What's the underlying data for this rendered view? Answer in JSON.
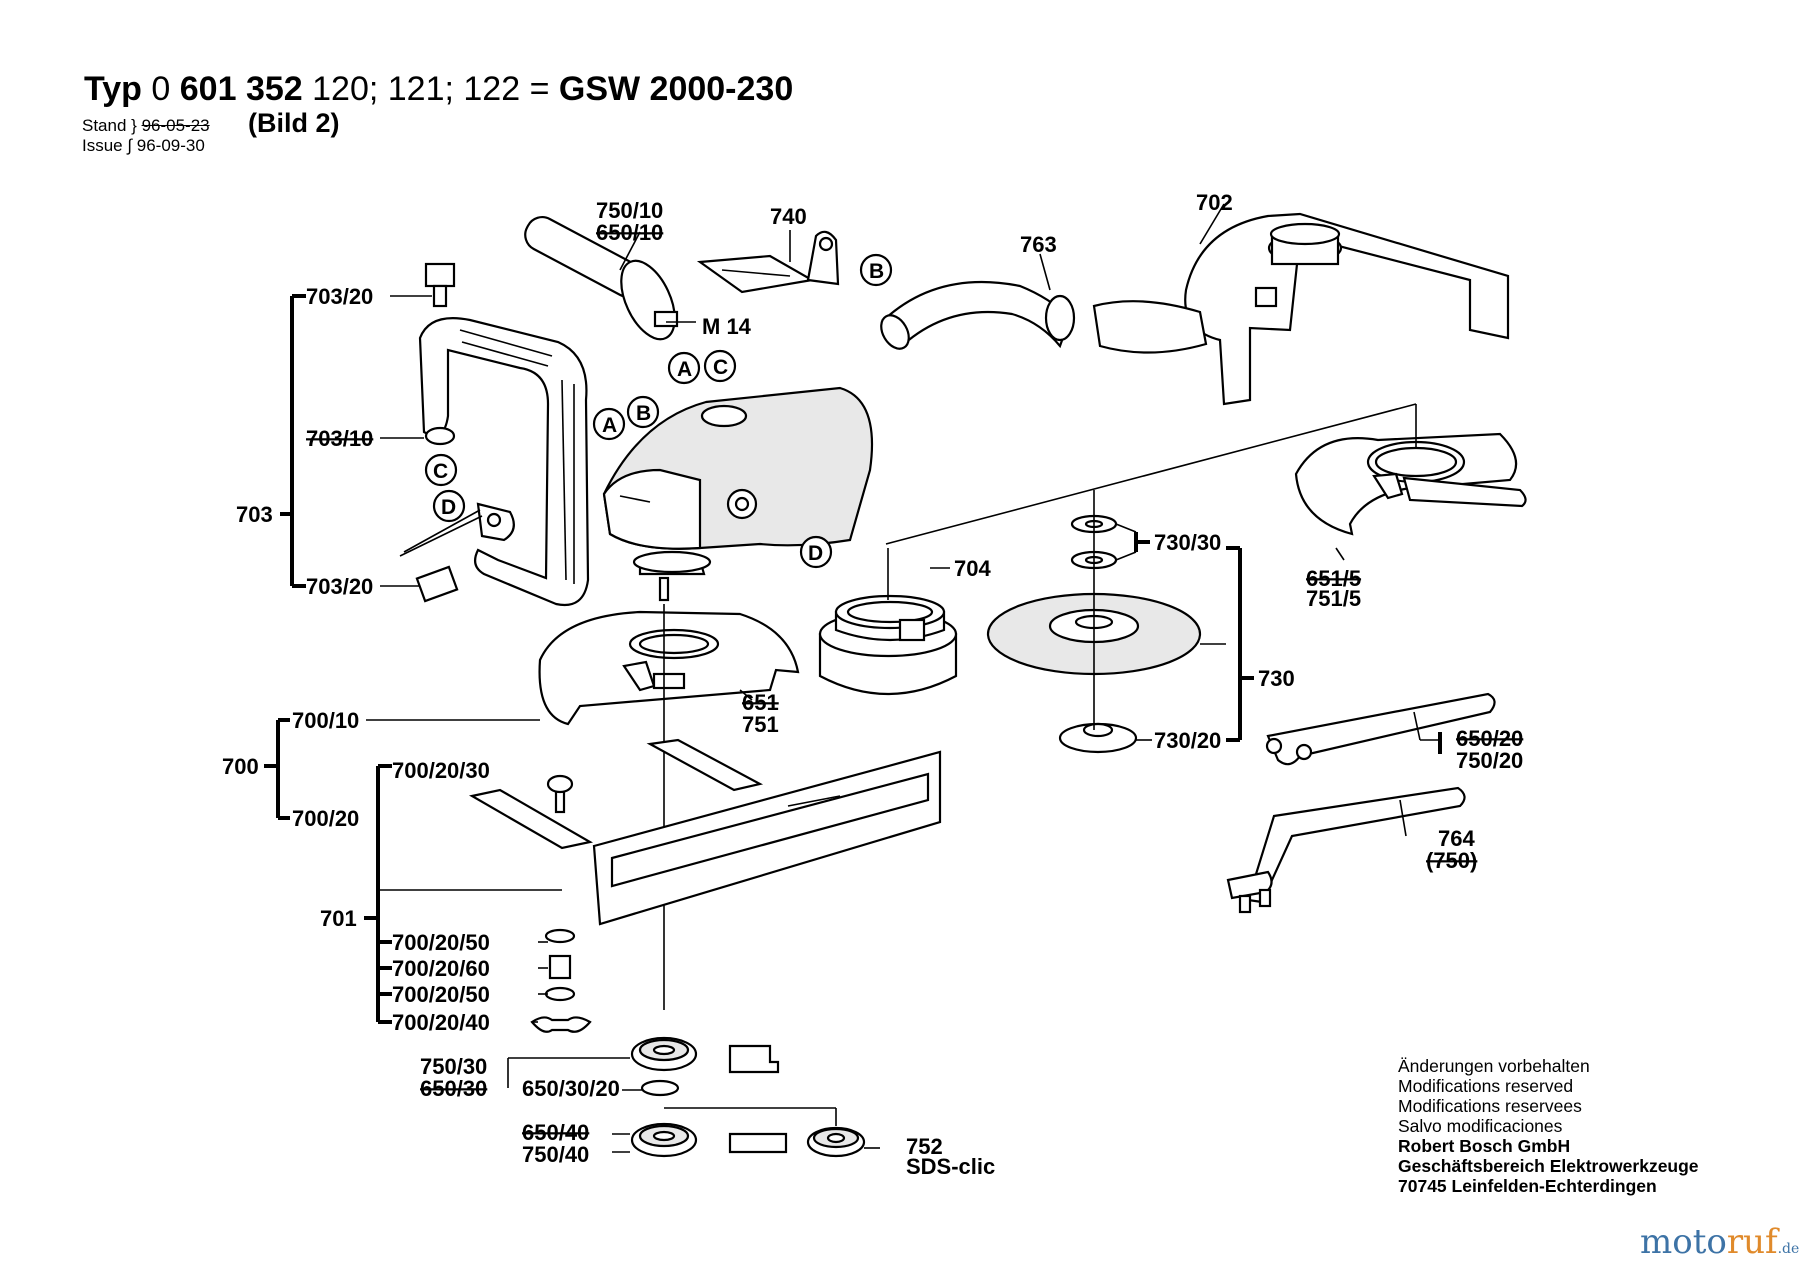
{
  "header": {
    "typ_prefix": "Typ",
    "typ_number_a": "0",
    "typ_number_b": "601",
    "typ_number_c": "352",
    "typ_variants": "120; 121; 122",
    "typ_equals": "=",
    "typ_model": "GSW 2000-230",
    "stand_label": "Stand",
    "issue_label": "Issue",
    "stand_date_old": "96-05-23",
    "issue_date": "96-09-30",
    "bild": "(Bild 2)"
  },
  "labels": {
    "l750_10": "750/10",
    "l650_10": "650/10",
    "l740": "740",
    "l702": "702",
    "l763": "763",
    "l703_20a": "703/20",
    "l703_10": "703/10",
    "l703": "703",
    "l703_20b": "703/20",
    "m14": "M 14",
    "l704": "704",
    "l730_30": "730/30",
    "l651_5": "651/5",
    "l751_5": "751/5",
    "l730": "730",
    "l730_20": "730/20",
    "l651": "651",
    "l751": "751",
    "l700_10": "700/10",
    "l700": "700",
    "l700_20_30": "700/20/30",
    "l700_20": "700/20",
    "l701": "701",
    "l700_20_50a": "700/20/50",
    "l700_20_60": "700/20/60",
    "l700_20_50b": "700/20/50",
    "l700_20_40": "700/20/40",
    "l650_20": "650/20",
    "l750_20": "750/20",
    "l764": "764",
    "l750p": "(750)",
    "l750_30": "750/30",
    "l650_30": "650/30",
    "l650_30_20": "650/30/20",
    "l650_40": "650/40",
    "l750_40": "750/40",
    "l752": "752",
    "sdsclic": "SDS-clic"
  },
  "markers": {
    "a": "A",
    "b": "B",
    "c": "C",
    "d": "D"
  },
  "notes": {
    "line1": "Änderungen vorbehalten",
    "line2": "Modifications reserved",
    "line3": "Modifications reservees",
    "line4": "Salvo modificaciones",
    "company": "Robert Bosch GmbH",
    "division": "Geschäftsbereich Elektrowerkzeuge",
    "address": "70745 Leinfelden-Echterdingen"
  },
  "watermark": {
    "part1": "moto",
    "part2": "ruf",
    "suffix": ".de"
  }
}
